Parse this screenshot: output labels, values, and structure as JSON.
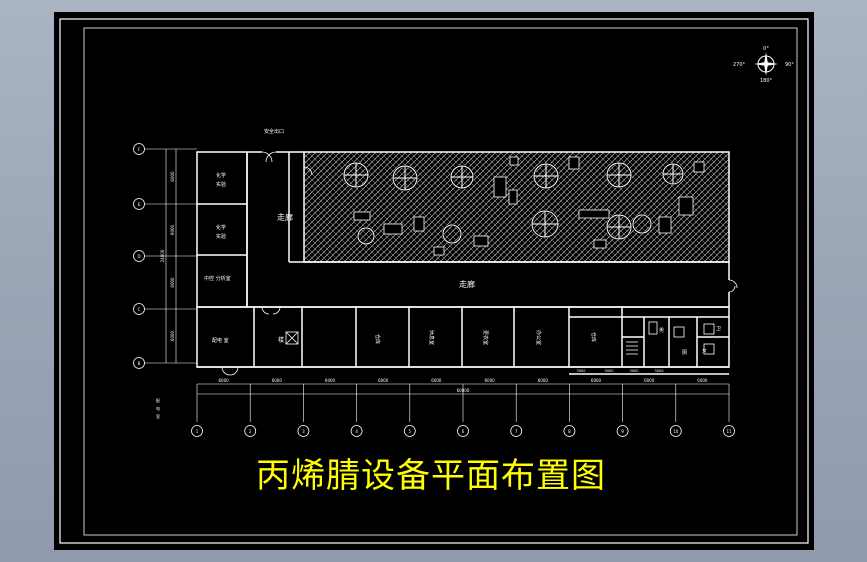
{
  "drawing": {
    "title": "丙烯腈设备平面布置图",
    "colors": {
      "background": "#000000",
      "lines": "#ffffff",
      "title": "#ffff00",
      "viewport_bg": "#9aa5b6"
    }
  },
  "rooms": {
    "corridor_vertical": "走廊",
    "corridor_horizontal": "走廊",
    "left_top_1": "化学",
    "left_top_1b": "实验",
    "left_top_2": "化学",
    "left_top_2b": "实验",
    "left_top_3": "中控 分析室",
    "left_bottom": "配电 室",
    "stair_label": "楼",
    "bottom_1": "仓库",
    "bottom_2": "休息室",
    "bottom_3": "更衣室",
    "bottom_4": "办公室",
    "bottom_5": "仓库",
    "right_toilet_1": "男",
    "right_toilet_2": "女",
    "right_wc": "卫",
    "right_lab": "厕"
  },
  "labels": {
    "top_entrance": "安全出口",
    "left_note_1": "配",
    "left_note_2": "电",
    "left_note_3": "室",
    "compass_n": "0°",
    "compass_e": "90°",
    "compass_w": "270°",
    "compass_s": "180°"
  },
  "dimensions": {
    "bays": [
      "6000",
      "6000",
      "6000",
      "6000",
      "6000",
      "6000",
      "6000",
      "6000",
      "6000",
      "6000"
    ],
    "total": "60000",
    "left_dims": [
      "6000",
      "6000",
      "6000",
      "6000"
    ],
    "left_total": "24000",
    "right_small": [
      "3000",
      "3000",
      "3000",
      "3000"
    ]
  },
  "grid": {
    "rows": [
      "F",
      "E",
      "D",
      "C",
      "B"
    ],
    "cols": [
      "1",
      "2",
      "3",
      "4",
      "5",
      "6",
      "7",
      "8",
      "9",
      "10",
      "11"
    ]
  }
}
